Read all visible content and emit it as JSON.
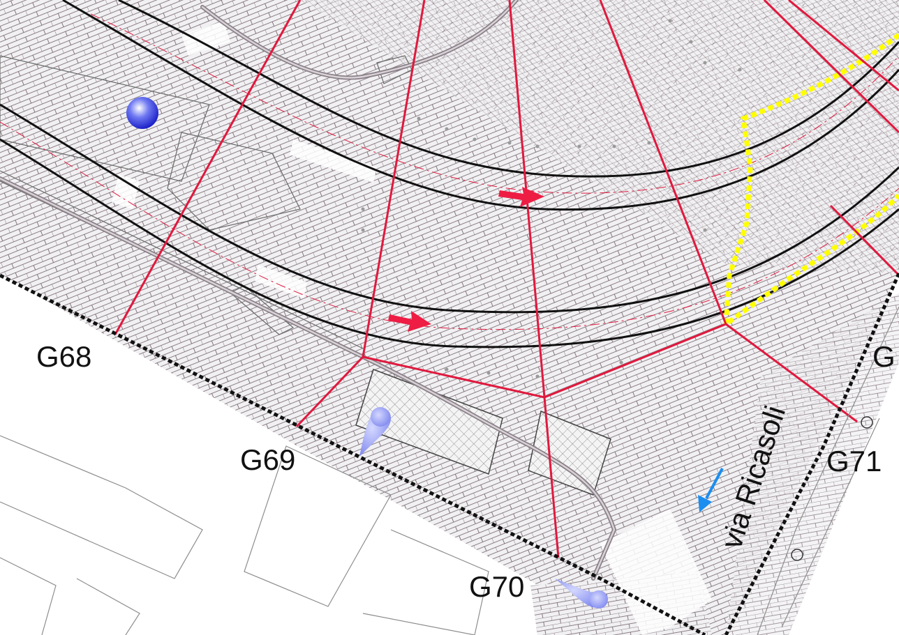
{
  "labels": {
    "g68": "G68",
    "g69": "G69",
    "g70": "G70",
    "g71": "G71",
    "g_partial": "G",
    "street": "via Ricasoli"
  },
  "colors": {
    "support_lines": "#e0193e",
    "rail_tracks": "#111111",
    "yellow_boundary": "#ffff00",
    "paving_fill": "#f1f0f2",
    "paving_lines": "#6a5a62",
    "sign": "#2f3ce0",
    "drop_marker": "#8894f0",
    "flow_arrow": "#1b8ef0",
    "direction_arrow": "#ee1d44"
  },
  "icons": {
    "stop_sign": "blue-sphere-icon",
    "pole_drop": "blue-drop-icon",
    "flow": "blue-arrow-icon",
    "direction": "red-arrow-icon"
  }
}
